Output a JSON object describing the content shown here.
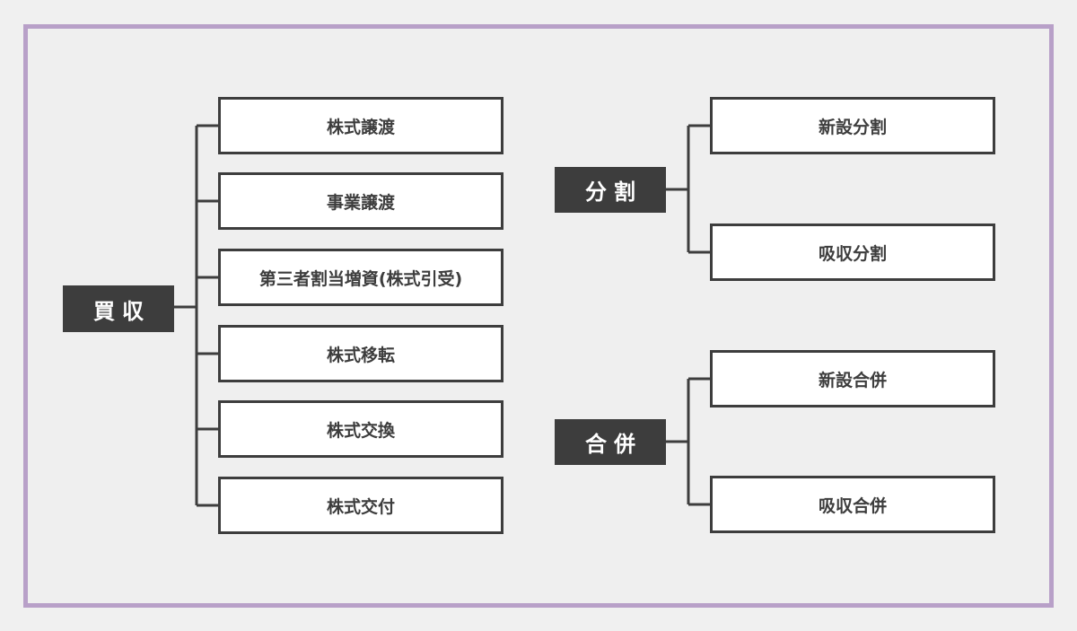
{
  "colors": {
    "frame_border": "#b8a0c8",
    "background": "#efefef",
    "dark": "#3d3d3d",
    "box_fill": "#ffffff"
  },
  "acquisition": {
    "label": "買収",
    "items": [
      "株式譲渡",
      "事業譲渡",
      "第三者割当増資(株式引受)",
      "株式移転",
      "株式交換",
      "株式交付"
    ]
  },
  "split": {
    "label": "分割",
    "items": [
      "新設分割",
      "吸収分割"
    ]
  },
  "merger": {
    "label": "合併",
    "items": [
      "新設合併",
      "吸収合併"
    ]
  }
}
